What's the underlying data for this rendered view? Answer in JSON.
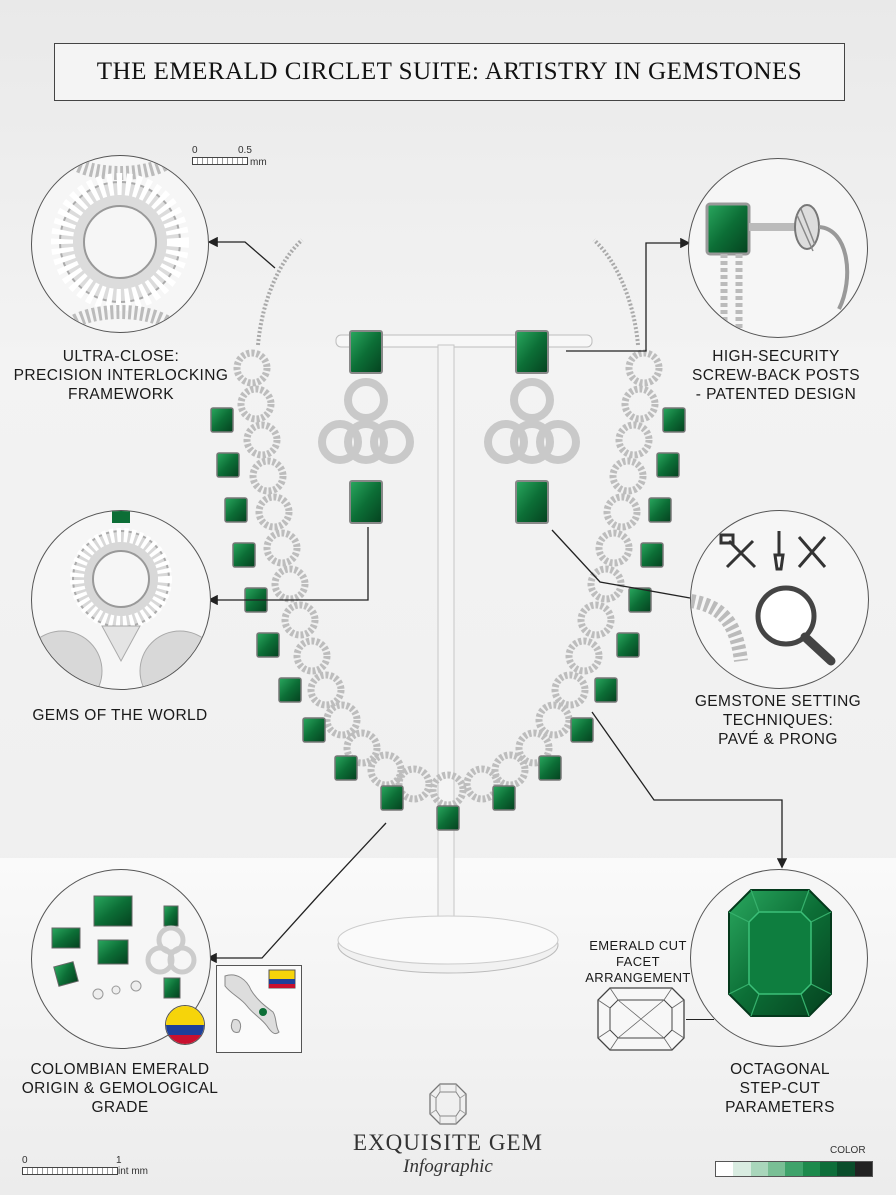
{
  "title": "THE EMERALD CIRCLET SUITE: ARTISTRY IN GEMSTONES",
  "callouts": {
    "precision": [
      "ULTRA-CLOSE:",
      "PRECISION INTERLOCKING",
      "FRAMEWORK"
    ],
    "screwback": [
      "HIGH-SECURITY",
      "SCREW-BACK POSTS",
      "- PATENTED DESIGN"
    ],
    "gems_world": [
      "GEMS OF THE WORLD"
    ],
    "setting": [
      "GEMSTONE SETTING",
      "TECHNIQUES:",
      "PAVÉ & PRONG"
    ],
    "colombian": [
      "COLOMBIAN EMERALD",
      "ORIGIN & GEMOLOGICAL",
      "GRADE"
    ],
    "octagonal": [
      "OCTAGONAL",
      "STEP-CUT",
      "PARAMETERS"
    ],
    "facet": [
      "EMERALD CUT",
      "FACET",
      "ARRANGEMENT"
    ]
  },
  "scale_top": {
    "zero": "0",
    "half": "0.5",
    "unit": "mm"
  },
  "scale_bottom": {
    "zero": "0",
    "one": "1",
    "unit": "int mm"
  },
  "brand": {
    "name": "EXQUISITE GEM",
    "subtitle": "Infographic"
  },
  "color_label": "COLOR",
  "colors": {
    "emerald": "#0f7a3c",
    "emerald_dark": "#06482a",
    "silver": "#c9c9c9",
    "strip": [
      "#ffffff",
      "#d9ece1",
      "#a9d6bb",
      "#79bf95",
      "#3fa36b",
      "#1d8a4c",
      "#0e6e3a",
      "#0a4d2b",
      "#222222"
    ]
  }
}
